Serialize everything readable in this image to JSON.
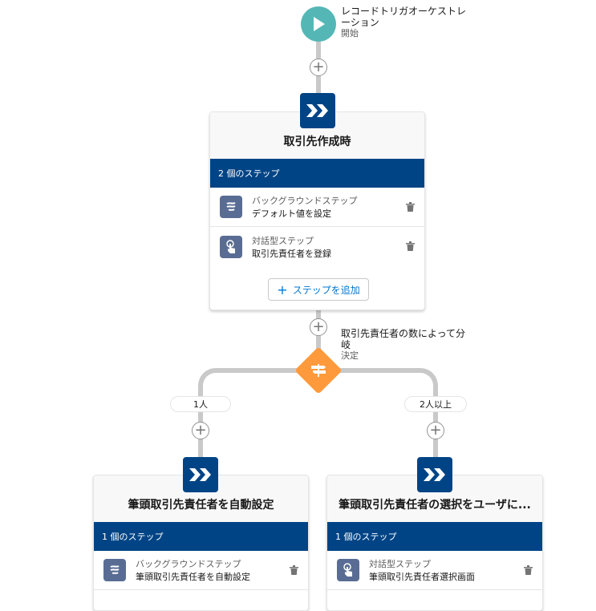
{
  "start": {
    "title": "レコードトリガオーケストレーション",
    "subtitle": "開始",
    "color": "#54b7b5"
  },
  "stage1": {
    "title": "取引先作成時",
    "step_count": "2 個のステップ",
    "steps": [
      {
        "type": "バックグラウンドステップ",
        "name": "デフォルト値を設定",
        "icon": "background-icon"
      },
      {
        "type": "対話型ステップ",
        "name": "取引先責任者を登録",
        "icon": "interactive-icon"
      }
    ],
    "add_step": "ステップを追加"
  },
  "decision": {
    "title": "取引先責任者の数によって分岐",
    "subtitle": "決定",
    "color": "#ff9a3c"
  },
  "branches": [
    {
      "label": "1人",
      "stage": {
        "title": "筆頭取引先責任者を自動設定",
        "step_count": "1 個のステップ",
        "steps": [
          {
            "type": "バックグラウンドステップ",
            "name": "筆頭取引先責任者を自動設定",
            "icon": "background-icon"
          }
        ]
      }
    },
    {
      "label": "2人以上",
      "stage": {
        "title": "筆頭取引先責任者の選択をユーザに...",
        "step_count": "1 個のステップ",
        "steps": [
          {
            "type": "対話型ステップ",
            "name": "筆頭取引先責任者選択画面",
            "icon": "interactive-icon"
          }
        ]
      }
    }
  ]
}
